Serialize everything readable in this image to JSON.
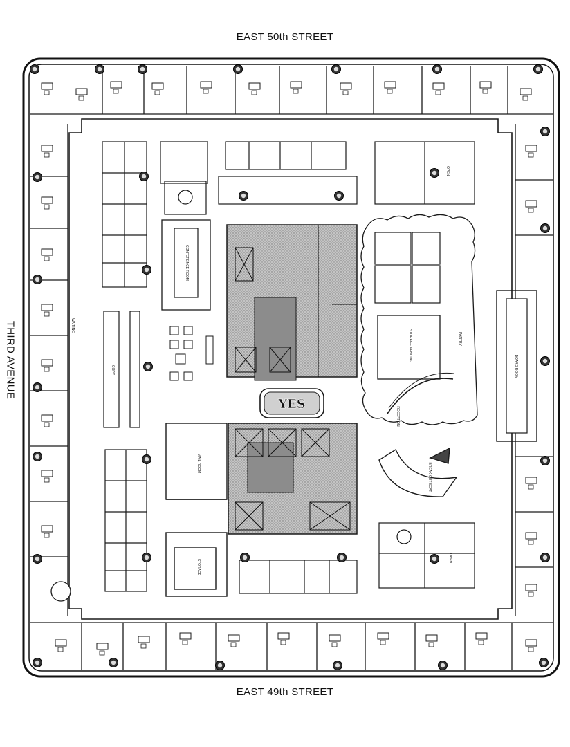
{
  "streets": {
    "north": "EAST 50th STREET",
    "south": "EAST 49th STREET",
    "west": "THIRD AVENUE"
  },
  "core_sign": "YES",
  "room_labels": {
    "mail_room": "MAIL ROOM",
    "storage": "STORAGE",
    "copy": "COPY",
    "pantry": "PANTRY",
    "board_room": "BOARD ROOM",
    "conference": "CONFERENCE ROOM",
    "reception": "RECEPTION",
    "waiting": "WAITING",
    "break_out": "BREAK OUT SEAT",
    "open": "OPEN",
    "storage_vending": "STORAGE VENDING"
  },
  "colors": {
    "line": "#1a1a1a",
    "core_fill": "#b9b9b9",
    "stair_fill": "#8c8c8c"
  }
}
